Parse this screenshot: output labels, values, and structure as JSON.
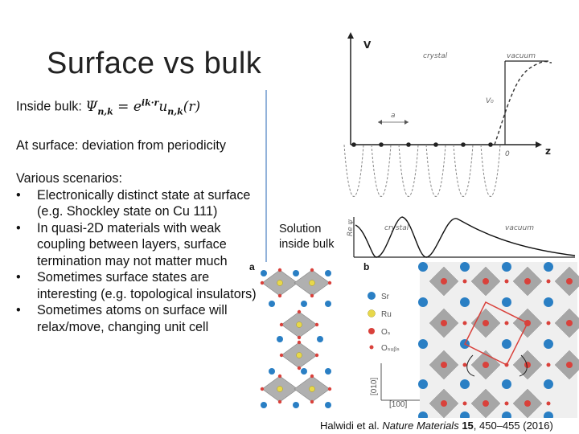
{
  "title": "Surface vs bulk",
  "bullets": {
    "inside_bulk_label": "Inside bulk:",
    "at_surface": "At surface: deviation from periodicity",
    "various": "Various scenarios:",
    "items": [
      "Electronically distinct state at surface (e.g. Shockley state on Cu 111)",
      "In quasi-2D materials with weak coupling between layers, surface termination may not matter much",
      "Sometimes surface states are interesting (e.g. topological insulators)",
      "Sometimes atoms on surface will relax/move, changing unit cell"
    ]
  },
  "figure_top": {
    "axis_v": "V",
    "axis_z": "z",
    "label_crystal": "crystal",
    "label_vacuum": "vacuum",
    "label_v0": "V₀",
    "label_a": "a",
    "label_zero": "0",
    "label_crystal2": "crystal",
    "label_vacuum2": "vacuum",
    "label_psi": "Re ψ"
  },
  "overlay_text": {
    "line1": "Solution",
    "line2": "inside bulk"
  },
  "figure_bottom": {
    "panel_a": "a",
    "panel_b": "b",
    "legend": [
      "Sr",
      "Ru",
      "Oₛ",
      "Oₛᵤᵦₛ"
    ],
    "axis_010": "[010]",
    "axis_100": "[100]"
  },
  "citation": {
    "authors": "Halwidi et al.",
    "journal": "Nature Materials",
    "volume": "15",
    "pages": ", 450–455 (2016)"
  },
  "colors": {
    "sr": "#2a7fc4",
    "ru": "#e8d84a",
    "o": "#d9413b",
    "octahedra": "#9a9a9a"
  }
}
